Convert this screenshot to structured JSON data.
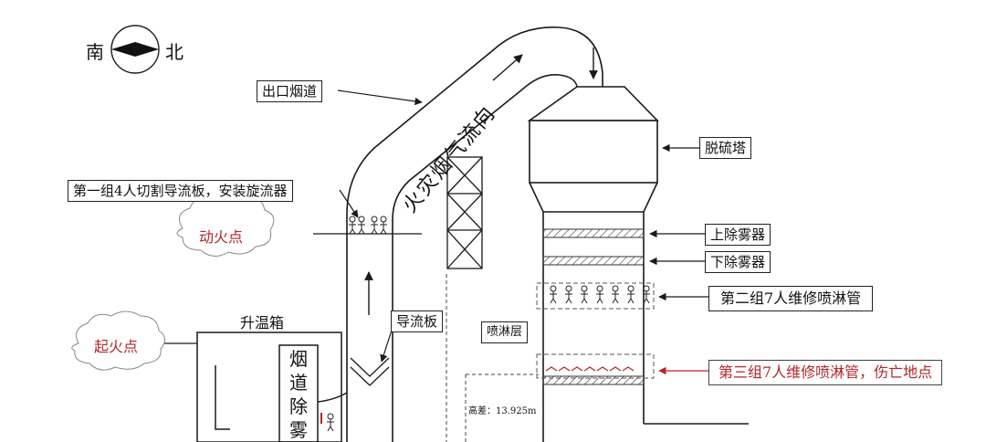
{
  "compass": {
    "south": "南",
    "north": "北"
  },
  "labels": {
    "outlet_duct": "出口烟道",
    "desulfurization_tower": "脱硫塔",
    "group1": "第一组4人切割导流板，安装旋流器",
    "upper_demister": "上除雾器",
    "lower_demister": "下除雾器",
    "group2": "第二组7人维修喷淋管",
    "group3": "第三组7人维修喷淋管，伤亡地点",
    "guide_plate": "导流板",
    "spray_layer": "喷淋层",
    "heater_box": "升温箱",
    "height_diff": "高差：13.925m",
    "fire_flow": "火灾烟气流向"
  },
  "clouds": {
    "hot_work": "动火点",
    "fire_origin": "起火点"
  },
  "duct_demister_chars": [
    "烟",
    "道",
    "除",
    "雾"
  ],
  "colors": {
    "line": "#1a1a1a",
    "accent_red": "#b3262a"
  }
}
